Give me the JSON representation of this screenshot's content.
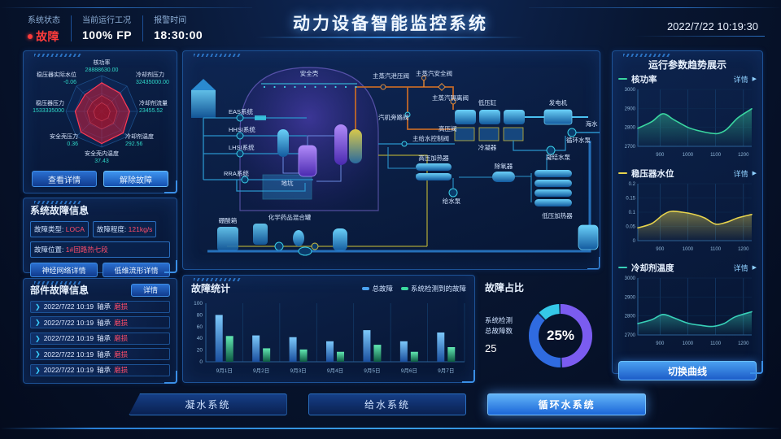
{
  "header": {
    "system_status_label": "系统状态",
    "system_status_value": "故障",
    "condition_label": "当前运行工况",
    "condition_value": "100% FP",
    "alarm_label": "报警时间",
    "alarm_value": "18:30:00",
    "title": "动力设备智能监控系统",
    "datetime": "2022/7/22 10:19:30"
  },
  "radar_panel": {
    "axes": [
      {
        "label": "核功率",
        "value": "28888630.00"
      },
      {
        "label": "冷却剂压力",
        "value": "32435000.00"
      },
      {
        "label": "冷却剂流量",
        "value": "23455.52"
      },
      {
        "label": "冷却剂温度",
        "value": "292.56"
      },
      {
        "label": "安全壳内温度",
        "value": "37.43"
      },
      {
        "label": "安全壳压力",
        "value": "0.36"
      },
      {
        "label": "稳压器压力",
        "value": "1533335000"
      },
      {
        "label": "稳压器实际水位",
        "value": "-0.06"
      }
    ],
    "shape": [
      0.8,
      0.72,
      0.78,
      0.85,
      0.9,
      0.82,
      0.74,
      0.66
    ],
    "buttons": {
      "view_detail": "查看详情",
      "clear_fault": "解除故障"
    }
  },
  "system_fault": {
    "title": "系统故障信息",
    "type_label": "故障类型:",
    "type_value": "LOCA",
    "degree_label": "故障程度:",
    "degree_value": "121kg/s",
    "location_label": "故障位置:",
    "location_value": "1#回路热七段",
    "buttons": {
      "nn_detail": "神经网络详情",
      "manifold_detail": "低维流形详情"
    }
  },
  "parts_fault": {
    "title": "部件故障信息",
    "detail_button": "详情",
    "rows": [
      {
        "time": "2022/7/22 10:19",
        "part": "轴承",
        "fault": "磨损"
      },
      {
        "time": "2022/7/22 10:19",
        "part": "轴承",
        "fault": "磨损"
      },
      {
        "time": "2022/7/22 10:19",
        "part": "轴承",
        "fault": "磨损"
      },
      {
        "time": "2022/7/22 10:19",
        "part": "轴承",
        "fault": "磨损"
      },
      {
        "time": "2022/7/22 10:19",
        "part": "轴承",
        "fault": "磨损"
      }
    ]
  },
  "schematic": {
    "labels": [
      "安全壳",
      "EAS系统",
      "HHSI系统",
      "LHSI系统",
      "RRA系统",
      "地坑",
      "硼酸箱",
      "化学药品混合罐",
      "主蒸汽泄压阀",
      "主蒸汽安全阀",
      "主蒸汽隔离阀",
      "汽机旁路阀",
      "高压阀",
      "主给水控制阀",
      "低压缸",
      "发电机",
      "海水",
      "循环水泵",
      "冷凝器",
      "凝结水泵",
      "高压加热器",
      "除氧器",
      "给水泵",
      "低压加热器"
    ]
  },
  "chart_data": [
    {
      "id": "fault-stats",
      "type": "bar",
      "title": "故障统计",
      "categories": [
        "9月1日",
        "9月2日",
        "9月3日",
        "9月4日",
        "9月5日",
        "9月6日",
        "9月7日"
      ],
      "series": [
        {
          "name": "总故障",
          "color": "#4aa2f0",
          "values": [
            80,
            45,
            42,
            35,
            54,
            35,
            50
          ]
        },
        {
          "name": "系统检测到的故障",
          "color": "#3ad89e",
          "values": [
            44,
            23,
            21,
            17,
            29,
            17,
            25
          ]
        }
      ],
      "ylim": [
        0,
        100
      ],
      "yticks": [
        0,
        20,
        40,
        60,
        80,
        100
      ]
    },
    {
      "id": "fault-ratio",
      "type": "pie",
      "title": "故障占比",
      "center_text": "25%",
      "side_label1": "系统检测",
      "side_label2": "总故障数",
      "side_value": "25",
      "segments": [
        {
          "name": "占比段1",
          "value": 50,
          "color": "#7b5cf0"
        },
        {
          "name": "占比段2",
          "value": 38,
          "color": "#2f6be0"
        },
        {
          "name": "占比段3",
          "value": 12,
          "color": "#35c8e8"
        }
      ]
    },
    {
      "id": "trend-core-power",
      "type": "line",
      "title": "核功率",
      "detail_label": "详情",
      "color": "#3ad6a0",
      "x": [
        820,
        870,
        910,
        950,
        1000,
        1040,
        1080,
        1110,
        1140,
        1180,
        1230
      ],
      "values": [
        2795,
        2830,
        2872,
        2840,
        2800,
        2782,
        2770,
        2768,
        2790,
        2850,
        2898
      ],
      "xticks": [
        900,
        1000,
        1100,
        1200
      ],
      "yticks": [
        2700,
        2800,
        2900,
        3000
      ],
      "xlim": [
        820,
        1230
      ],
      "ylim": [
        2700,
        3000
      ]
    },
    {
      "id": "trend-pressurizer-level",
      "type": "line",
      "title": "稳压器水位",
      "detail_label": "详情",
      "color": "#e8d44d",
      "x": [
        820,
        870,
        910,
        940,
        980,
        1020,
        1060,
        1100,
        1140,
        1180,
        1230
      ],
      "values": [
        0.045,
        0.06,
        0.09,
        0.103,
        0.1,
        0.093,
        0.08,
        0.058,
        0.065,
        0.08,
        0.092
      ],
      "xticks": [
        900,
        1000,
        1100,
        1200
      ],
      "yticks": [
        0,
        0.05,
        0.1,
        0.15,
        0.2
      ],
      "xlim": [
        820,
        1230
      ],
      "ylim": [
        0,
        0.2
      ]
    },
    {
      "id": "trend-coolant-temp",
      "type": "line",
      "title": "冷却剂温度",
      "detail_label": "详情",
      "color": "#38d0b8",
      "x": [
        820,
        870,
        910,
        950,
        1000,
        1050,
        1090,
        1130,
        1170,
        1230
      ],
      "values": [
        2760,
        2780,
        2808,
        2790,
        2762,
        2750,
        2745,
        2760,
        2795,
        2822
      ],
      "xticks": [
        900,
        1000,
        1100,
        1200
      ],
      "yticks": [
        2700,
        2800,
        2900,
        3000
      ],
      "xlim": [
        820,
        1230
      ],
      "ylim": [
        2700,
        3000
      ]
    }
  ],
  "trend_panel": {
    "title": "运行参数趋势展示",
    "switch_button": "切换曲线"
  },
  "bottom_tabs": [
    {
      "label": "凝水系统",
      "active": false
    },
    {
      "label": "给水系统",
      "active": false
    },
    {
      "label": "循环水系统",
      "active": true
    }
  ]
}
